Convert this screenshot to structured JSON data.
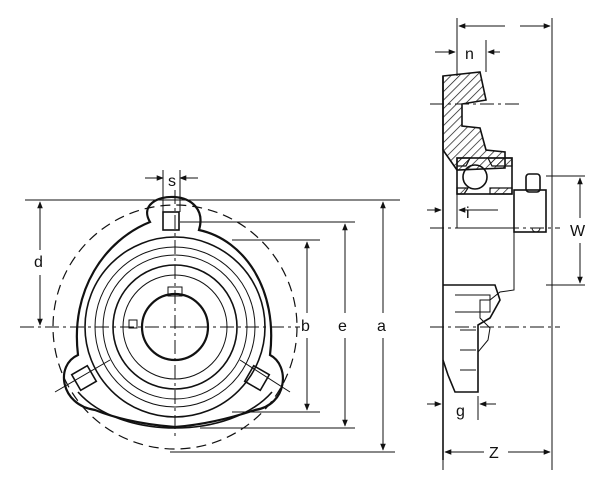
{
  "dimension_labels": {
    "s": "s",
    "d": "d",
    "b": "b",
    "e": "e",
    "a": "a",
    "n": "n",
    "i": "i",
    "W": "W",
    "g": "g",
    "Z": "Z"
  }
}
